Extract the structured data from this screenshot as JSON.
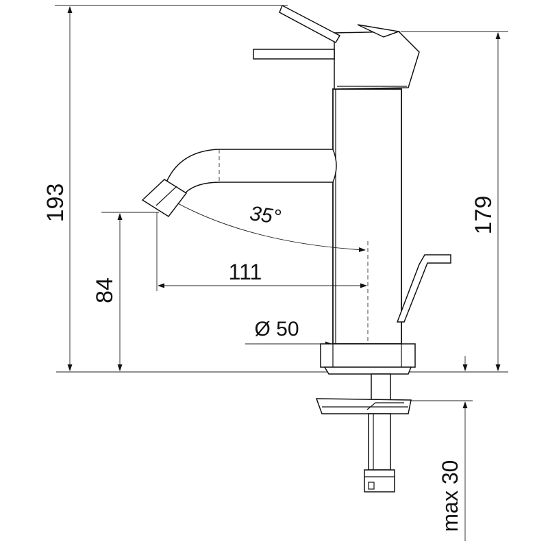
{
  "dimensions": {
    "overall_height": "193",
    "body_height": "179",
    "spout_height": "84",
    "spout_reach": "111",
    "spout_angle": "35°",
    "base_diameter": "Ø 50",
    "max_thickness": "max 30"
  },
  "colors": {
    "line": "#111111",
    "background": "#ffffff"
  }
}
